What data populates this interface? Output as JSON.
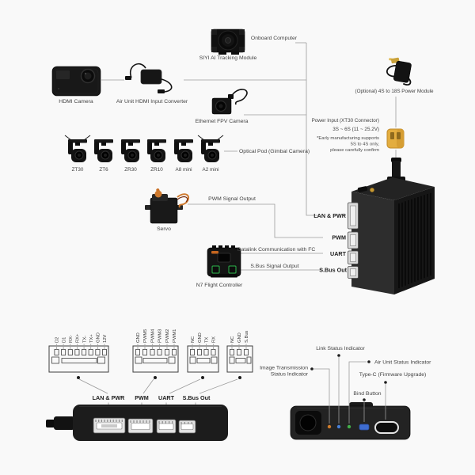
{
  "labels": {
    "onboard_computer": "Onboard Computer",
    "siyi_tracking": "SIYI AI Tracking Module",
    "hdmi_camera": "HDMI Camera",
    "hdmi_converter": "Air Unit HDMI Input Converter",
    "ethernet_camera": "Ethernet FPV Camera",
    "optical_pod": "Optical Pod (Gimbal Camera)",
    "pwm_output": "PWM Signal Output",
    "servo": "Servo",
    "datalink": "Datalink Communication with FC",
    "sbus_output": "S.Bus Signal Output",
    "n7_fc": "N7 Flight Controller",
    "power_module": "(Optional) 4S to 18S Power Module",
    "power_input_1": "Power Input (XT30 Connector)",
    "power_input_2": "3S ~ 6S (11 ~ 25.2V)",
    "power_note_1": "*Early manufacturing supports",
    "power_note_2": "5S to 4S only,",
    "power_note_3": "please carefully confirm"
  },
  "gimbals": [
    "ZT30",
    "ZT6",
    "ZR30",
    "ZR10",
    "A8 mini",
    "A2 mini"
  ],
  "air_unit_ports": [
    "LAN & PWR",
    "PWM",
    "UART",
    "S.Bus Out"
  ],
  "pinouts": [
    {
      "port": "LAN & PWR",
      "pins": [
        "D2",
        "D1",
        "RX-",
        "RX+",
        "TX-",
        "TX+",
        "GND",
        "12V"
      ]
    },
    {
      "port": "PWM",
      "pins": [
        "GND",
        "PWM5",
        "PWM4",
        "PWM3",
        "PWM2",
        "PWM1"
      ]
    },
    {
      "port": "UART",
      "pins": [
        "NC",
        "GND",
        "TX",
        "RX"
      ]
    },
    {
      "port": "S.Bus Out",
      "pins": [
        "NC",
        "GND",
        "S.Bus"
      ]
    }
  ],
  "bottom_right": {
    "link_label": "Link Status Indicator",
    "air_unit_label": "Air Unit Status Indicator",
    "image_label_line1": "Image Transmission",
    "image_label_line2": "Status Indicator",
    "type_c_label": "Type-C (Firmware Upgrade)",
    "bind_label": "Bind Button",
    "led_colors": {
      "image": "#cf7c2b",
      "link": "#477fd6",
      "air_unit": "#43b04a"
    },
    "bind_button_color": "#3e6cd0"
  },
  "colors": {
    "xt30_yellow": "#e3ad3f",
    "servo_orange": "#cf7a2e",
    "device_black": "#1c1c1c"
  }
}
